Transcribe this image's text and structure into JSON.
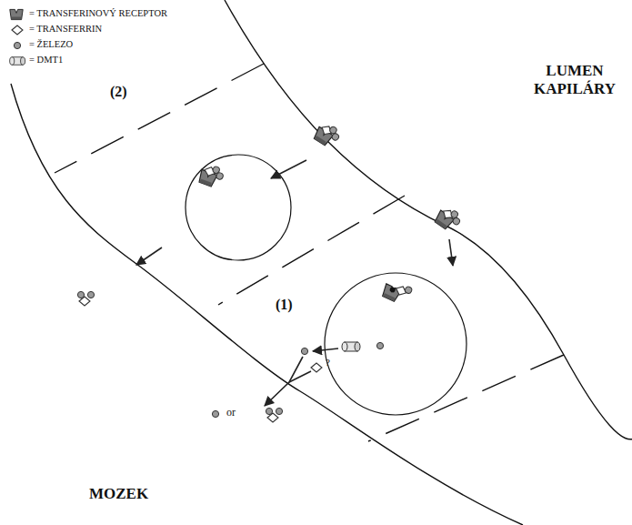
{
  "diagram": {
    "labels": [
      "LUMEN KAPILÁRY",
      "MOZEK",
      "(1)",
      "(2)",
      "?",
      "or"
    ],
    "legend": [
      {
        "text": "= TRANSFERINOVÝ RECEPTOR"
      },
      {
        "text": "= TRANSFERRIN"
      },
      {
        "text": "= ŽELEZO"
      },
      {
        "text": "= DMT1"
      }
    ]
  }
}
